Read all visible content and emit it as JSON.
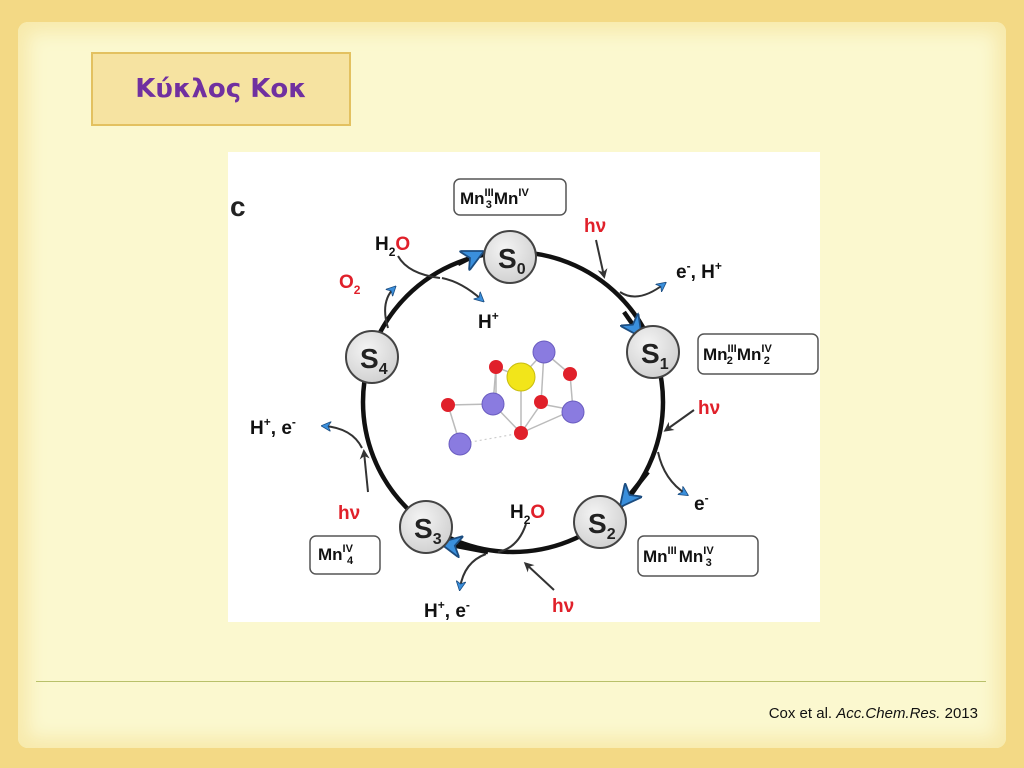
{
  "slide": {
    "title": "Κύκλος Κοκ"
  },
  "figure": {
    "panel_label": "c",
    "states": [
      "S",
      "S",
      "S",
      "S",
      "S"
    ],
    "state_subscripts": [
      "0",
      "1",
      "2",
      "3",
      "4"
    ],
    "mn_labels": {
      "s0": {
        "a": "Mn",
        "a_sup": "III",
        "a_sub": "3",
        "b": "Mn",
        "b_sup": "IV"
      },
      "s1": {
        "a": "Mn",
        "a_sup": "III",
        "a_sub": "2",
        "b": "Mn",
        "b_sup": "IV",
        "b_sub": "2"
      },
      "s2": {
        "a": "Mn",
        "a_sup": "III",
        "b": "Mn",
        "b_sup": "IV",
        "b_sub": "3"
      },
      "s3": {
        "a": "Mn",
        "a_sup": "IV",
        "a_sub": "4"
      }
    },
    "hv": "hν",
    "water": {
      "h": "H",
      "sub": "2",
      "o": "O"
    },
    "oxygen": {
      "o": "O",
      "sub": "2"
    },
    "proton": {
      "h": "H",
      "sup": "+"
    },
    "e_h": {
      "e": "e",
      "esup": "-",
      "sep": ", ",
      "h": "H",
      "hsup": "+"
    },
    "h_e": {
      "h": "H",
      "hsup": "+",
      "sep": ", ",
      "e": "e",
      "esup": "-"
    },
    "electron": {
      "e": "e",
      "sup": "-"
    },
    "colors": {
      "red": "#e0202a",
      "arrow_blue": "#3a8fdc",
      "mn": "#8a7be0",
      "ca": "#f2e51a",
      "o": "#e0202a"
    }
  },
  "citation": {
    "authors": "Cox et al.",
    "journal": "Acc.Chem.Res.",
    "year": "2013"
  }
}
